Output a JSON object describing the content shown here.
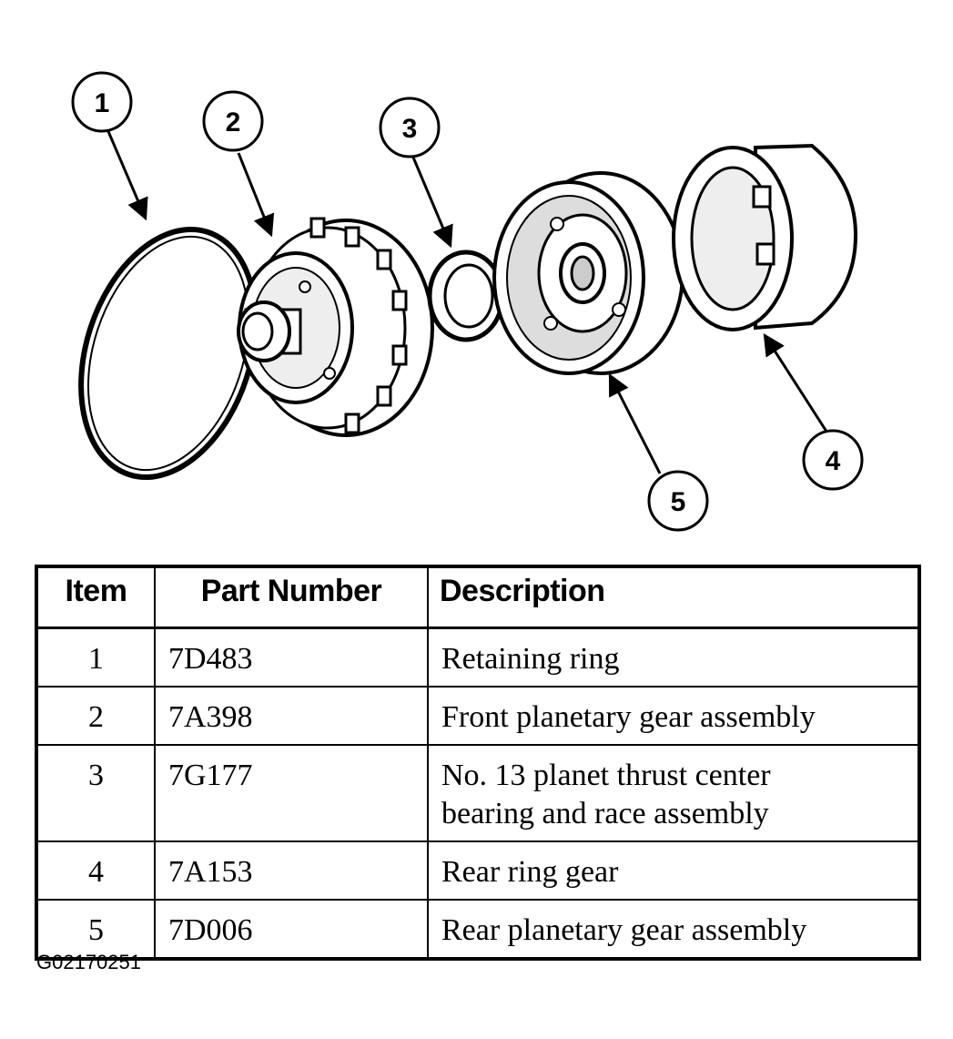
{
  "callouts": [
    "1",
    "2",
    "3",
    "4",
    "5"
  ],
  "table": {
    "headers": {
      "item": "Item",
      "part_number": "Part Number",
      "description": "Description"
    },
    "rows": [
      {
        "item": "1",
        "part_number": "7D483",
        "description": "Retaining ring"
      },
      {
        "item": "2",
        "part_number": "7A398",
        "description": "Front planetary gear assembly"
      },
      {
        "item": "3",
        "part_number": "7G177",
        "description_line1": "No. 13 planet thrust center",
        "description_line2": "bearing and race assembly"
      },
      {
        "item": "4",
        "part_number": "7A153",
        "description": "Rear ring gear"
      },
      {
        "item": "5",
        "part_number": "7D006",
        "description": "Rear planetary gear assembly"
      }
    ]
  },
  "figure_code": "G02170251"
}
